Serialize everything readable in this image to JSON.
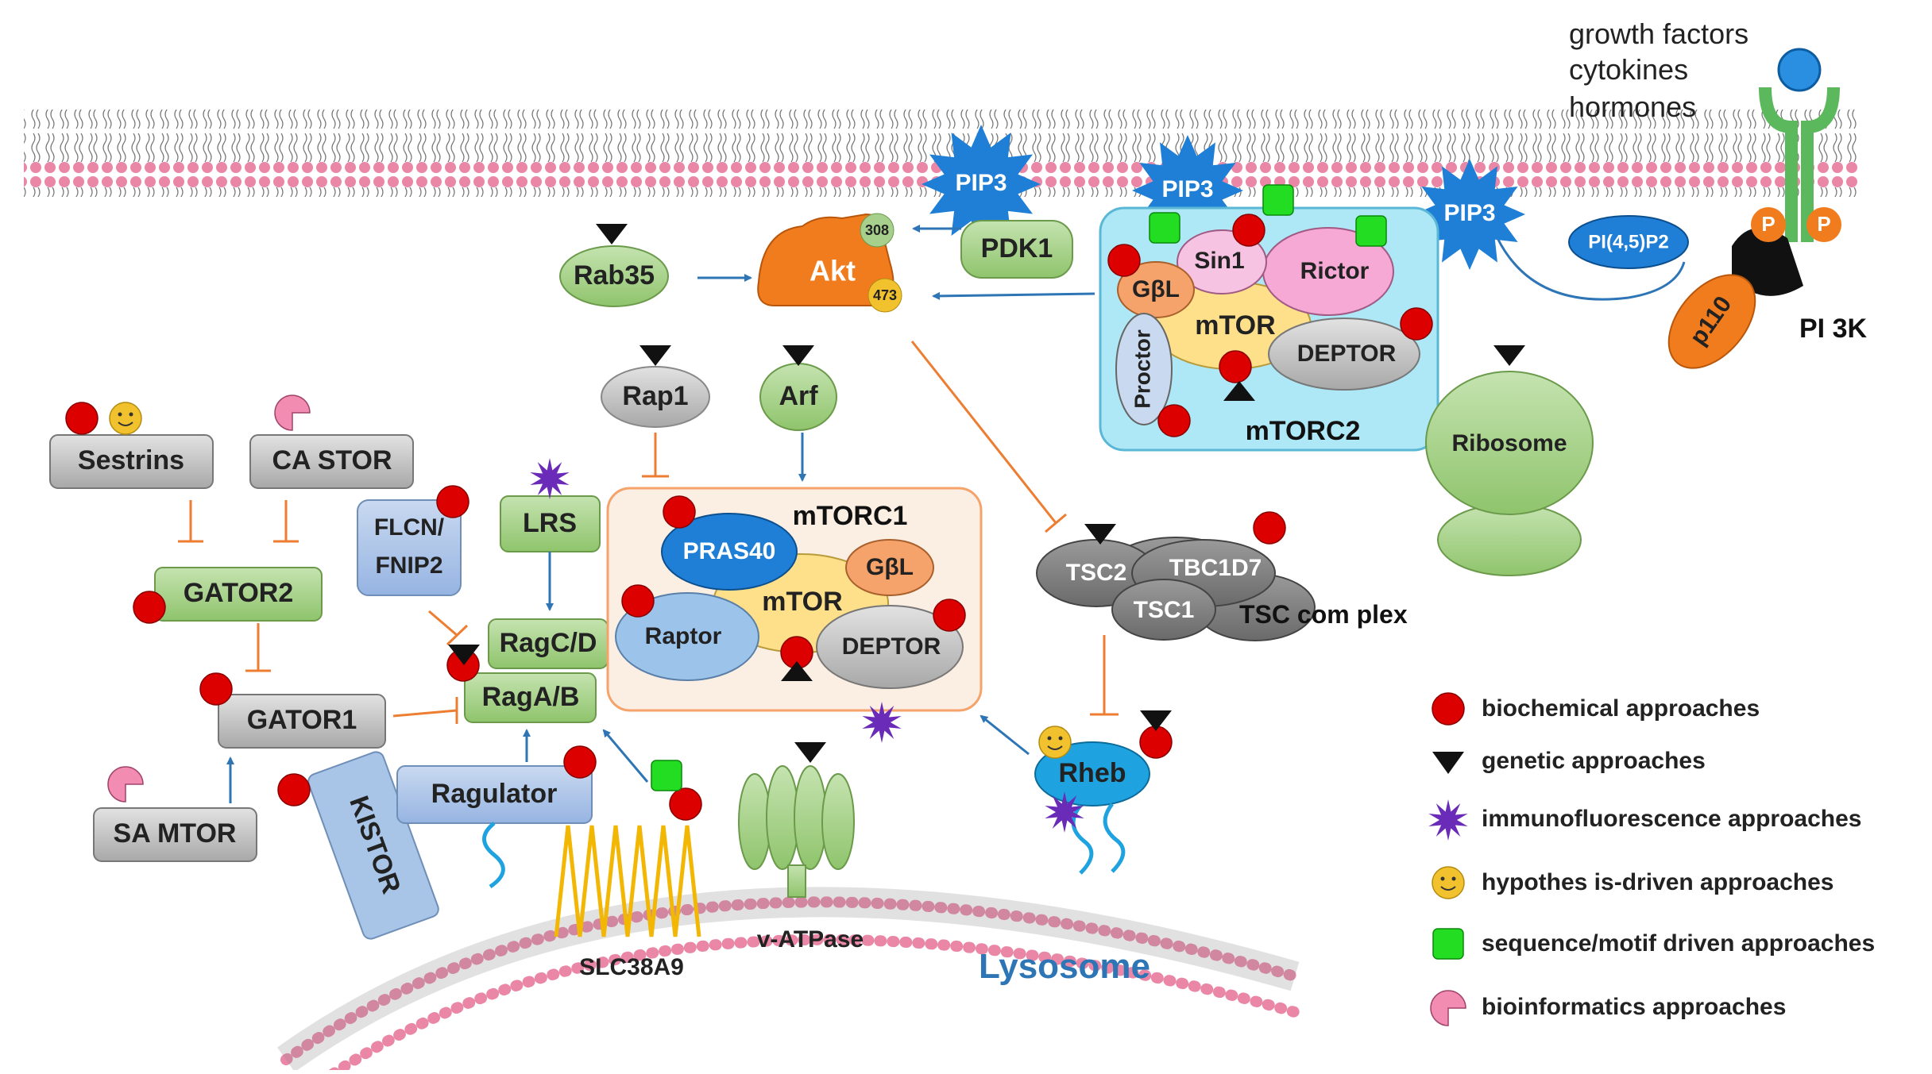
{
  "ligands": [
    "growth factors",
    "cytokines",
    "hormones"
  ],
  "nodes": {
    "pip3_1": "PIP3",
    "pip3_2": "PIP3",
    "pip3_3": "PIP3",
    "pdk1": "PDK1",
    "akt": "Akt",
    "akt_308": "308",
    "akt_473": "473",
    "rab35": "Rab35",
    "rap1": "Rap1",
    "arf": "Arf",
    "sin1": "Sin1",
    "rictor": "Rictor",
    "gbl_c2": "GβL",
    "mtor_c2": "mTOR",
    "deptor_c2": "DEPTOR",
    "proctor": "Proctor",
    "mtorc2": "mTORC2",
    "pip2": "PI(4,5)P2",
    "p_1": "P",
    "p_2": "P",
    "p110": "p110",
    "pi3k": "PI 3K",
    "ribosome": "Ribosome",
    "sestrins": "Sestrins",
    "castor": "CA STOR",
    "gator2": "GATOR2",
    "gator1": "GATOR1",
    "samtor": "SA MTOR",
    "kistor": "KISTOR",
    "flcn": [
      "FLCN/",
      "FNIP2"
    ],
    "lrs": "LRS",
    "ragcd": "RagC/D",
    "ragab": "RagA/B",
    "ragulator": "Ragulator",
    "slc38a9": "SLC38A9",
    "vatpase": "v-ATPase",
    "lysosome": "Lysosome",
    "mtorc1": "mTORC1",
    "pras40": "PRAS40",
    "gbl_c1": "GβL",
    "mtor_c1": "mTOR",
    "raptor": "Raptor",
    "deptor_c1": "DEPTOR",
    "tsc2": "TSC2",
    "tbc1d7": "TBC1D7",
    "tsc1": "TSC1",
    "tsc_complex": "TSC com plex",
    "rheb": "Rheb"
  },
  "legend": [
    {
      "icon": "red-circle-icon",
      "text": "biochemical approaches"
    },
    {
      "icon": "black-triangle-icon",
      "text": "genetic approaches"
    },
    {
      "icon": "purple-star-icon",
      "text": "immunofluorescence approaches"
    },
    {
      "icon": "smiley-icon",
      "text": "hypothes is-driven approaches"
    },
    {
      "icon": "green-square-icon",
      "text": "sequence/motif driven approaches"
    },
    {
      "icon": "pacman-icon",
      "text": "bioinformatics approaches"
    }
  ],
  "colors": {
    "membrane_head": "#e87fa0",
    "green_box": "#a8d08d",
    "gray_box": "#bdbdbd",
    "blue_arrow": "#2e75b6",
    "orange_inhibit": "#ed7d31",
    "akt": "#f07c1e",
    "star": "#1f7fd6",
    "red_marker": "#dd0000",
    "green_marker": "#22dd22"
  }
}
